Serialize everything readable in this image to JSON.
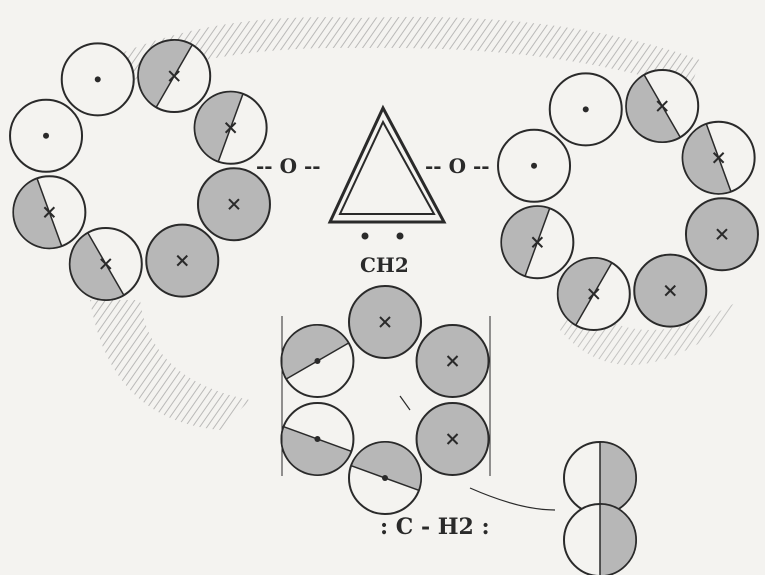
{
  "labels": {
    "left_link": "-- O --",
    "right_link": "-- O --",
    "apex": "CH2",
    "bottom_formula": ": C - H2 :"
  },
  "colors": {
    "paper": "#f4f3f0",
    "ink": "#2a2a2a",
    "shade": "#b7b7b7",
    "hatch": "#8a8a8a"
  }
}
